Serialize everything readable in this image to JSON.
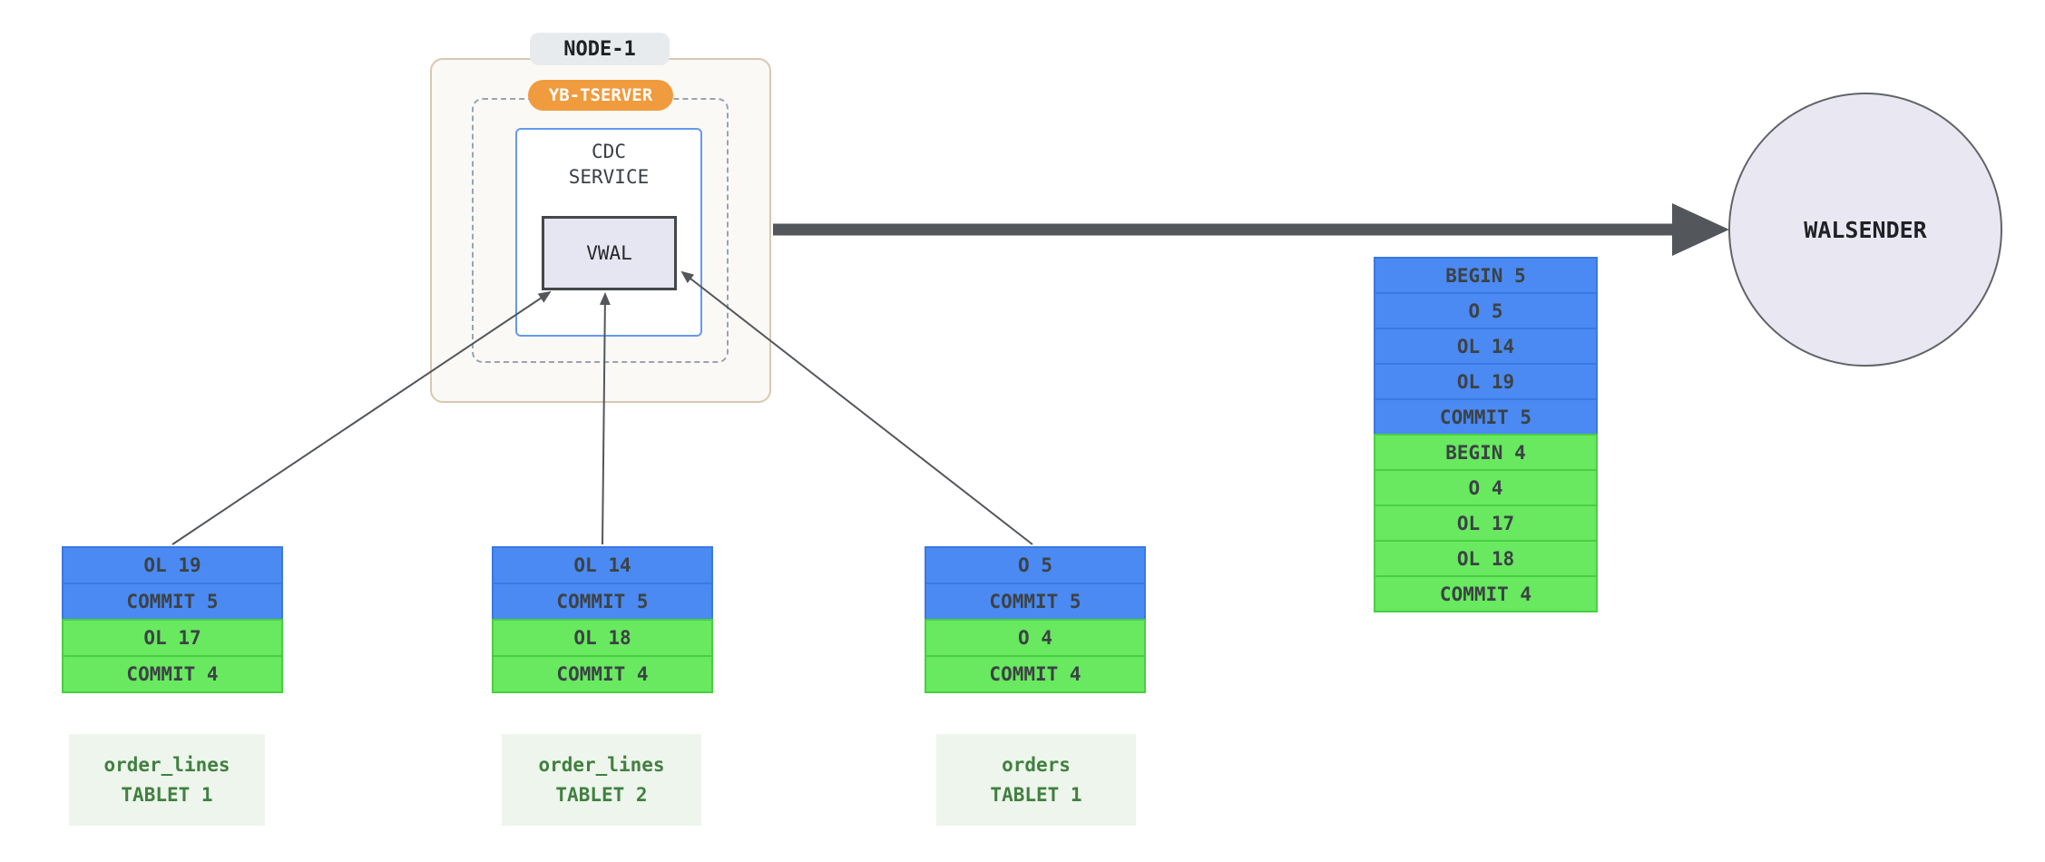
{
  "colors": {
    "row-blue": "#4b8af2",
    "row-blue-border": "#3a79e0",
    "row-green": "#68e95f",
    "row-green-border": "#49cf43",
    "row-text": "#3c4245",
    "node-bg": "#fbf9f5",
    "node-border": "#d9c7b2",
    "node-pill-bg": "#e8ebee",
    "tserver-bg": "#f09b3d",
    "dashed-border": "#98a4b3",
    "cdc-border": "#6699f0",
    "vwal-bg": "#e6e5f2",
    "vwal-border": "#44474a",
    "walsender-bg": "#e9e8f2",
    "walsender-border": "#606468",
    "arrow": "#53575b",
    "tablet-label-bg": "#edf5ec",
    "tablet-label-text": "#41803f"
  },
  "node": {
    "title": "NODE-1",
    "tserver": "YB-TSERVER",
    "cdc_service": "CDC\nSERVICE",
    "vwal": "VWAL"
  },
  "walsender": "WALSENDER",
  "stream": {
    "rows": [
      {
        "label": "BEGIN 5",
        "color": "blue"
      },
      {
        "label": "O 5",
        "color": "blue"
      },
      {
        "label": "OL 14",
        "color": "blue"
      },
      {
        "label": "OL 19",
        "color": "blue"
      },
      {
        "label": "COMMIT 5",
        "color": "blue"
      },
      {
        "label": "BEGIN 4",
        "color": "green"
      },
      {
        "label": "O 4",
        "color": "green"
      },
      {
        "label": "OL 17",
        "color": "green"
      },
      {
        "label": "OL 18",
        "color": "green"
      },
      {
        "label": "COMMIT 4",
        "color": "green"
      }
    ]
  },
  "tablets": [
    {
      "name": "order_lines\nTABLET 1",
      "rows": [
        {
          "label": "OL 19",
          "color": "blue"
        },
        {
          "label": "COMMIT 5",
          "color": "blue"
        },
        {
          "label": "OL 17",
          "color": "green"
        },
        {
          "label": "COMMIT 4",
          "color": "green"
        }
      ]
    },
    {
      "name": "order_lines\nTABLET 2",
      "rows": [
        {
          "label": "OL 14",
          "color": "blue"
        },
        {
          "label": "COMMIT 5",
          "color": "blue"
        },
        {
          "label": "OL 18",
          "color": "green"
        },
        {
          "label": "COMMIT 4",
          "color": "green"
        }
      ]
    },
    {
      "name": "orders\nTABLET 1",
      "rows": [
        {
          "label": "O 5",
          "color": "blue"
        },
        {
          "label": "COMMIT 5",
          "color": "blue"
        },
        {
          "label": "O 4",
          "color": "green"
        },
        {
          "label": "COMMIT 4",
          "color": "green"
        }
      ]
    }
  ]
}
